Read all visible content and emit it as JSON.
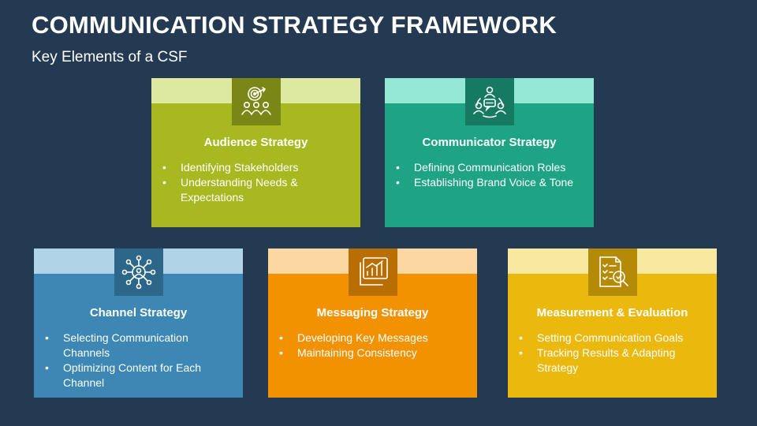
{
  "slide": {
    "title": "COMMUNICATION STRATEGY FRAMEWORK",
    "subtitle": "Key Elements of a CSF"
  },
  "cards": [
    {
      "title": "Audience Strategy",
      "icon": "audience-target-icon",
      "colors": {
        "body": "#a8b820",
        "band": "#dde8a0",
        "icon_bg": "#7a8615"
      },
      "bullets": [
        "Identifying Stakeholders",
        "Understanding Needs & Expectations"
      ]
    },
    {
      "title": "Communicator Strategy",
      "icon": "communicator-group-icon",
      "colors": {
        "body": "#1fa385",
        "band": "#93e8d4",
        "icon_bg": "#167a63"
      },
      "bullets": [
        "Defining Communication Roles",
        "Establishing Brand Voice & Tone"
      ]
    },
    {
      "title": "Channel Strategy",
      "icon": "channel-network-icon",
      "colors": {
        "body": "#3c87b4",
        "band": "#b1d3e8",
        "icon_bg": "#2c6688"
      },
      "bullets": [
        "Selecting Communication Channels",
        "Optimizing Content for Each Channel"
      ]
    },
    {
      "title": "Messaging Strategy",
      "icon": "messaging-chart-icon",
      "colors": {
        "body": "#f39200",
        "band": "#fbd7a2",
        "icon_bg": "#b86e00"
      },
      "bullets": [
        "Developing Key Messages",
        "Maintaining Consistency"
      ]
    },
    {
      "title": "Measurement & Evaluation",
      "icon": "measurement-checklist-icon",
      "colors": {
        "body": "#ebb80d",
        "band": "#f8e8a0",
        "icon_bg": "#b38b06"
      },
      "bullets": [
        "Setting Communication Goals",
        "Tracking Results & Adapting Strategy"
      ]
    }
  ]
}
